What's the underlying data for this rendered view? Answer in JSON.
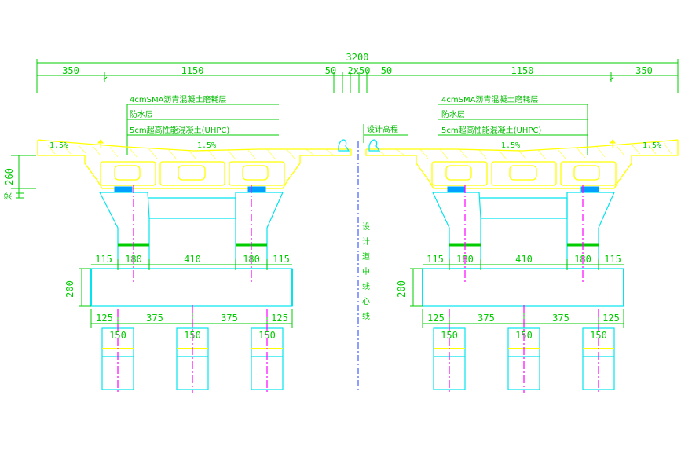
{
  "colors": {
    "background": "#ffffff",
    "dimension": "#00cc00",
    "deck": "#ffff00",
    "substructure": "#00e5ee",
    "axis": "#ff00ff",
    "centerline": "#1e3cff"
  },
  "overall_dimension": "3200",
  "top_dimensions": [
    "350",
    "1150",
    "50",
    "2x50",
    "50",
    "1150",
    "350"
  ],
  "layer_callouts": {
    "left": [
      "4cmSMA沥青混凝土磨耗层",
      "防水层",
      "5cm超高性能混凝土(UHPC)"
    ],
    "right": [
      "4cmSMA沥青混凝土磨耗层",
      "防水层",
      "5cm超高性能混凝土(UHPC)"
    ]
  },
  "slopes": {
    "left_outer": "1.5%",
    "left_inner": "1.5%",
    "right_inner": "1.5%",
    "right_outer": "1.5%"
  },
  "median_label": "设计高程",
  "centerline_label": [
    "设",
    "计",
    "道",
    "中",
    "线",
    "心",
    "线"
  ],
  "deck_height_dim": "260",
  "deck_height_label": "梁",
  "cap_dimensions": {
    "left": [
      "115",
      "180",
      "410",
      "180",
      "115"
    ],
    "right": [
      "115",
      "180",
      "410",
      "180",
      "115"
    ]
  },
  "cap_height": {
    "left": "200",
    "right": "200"
  },
  "pile_spacing": {
    "left": [
      "125",
      "375",
      "375",
      "125"
    ],
    "right": [
      "125",
      "375",
      "375",
      "125"
    ]
  },
  "pile_diameters": {
    "left": [
      "150",
      "150",
      "150"
    ],
    "right": [
      "150",
      "150",
      "150"
    ]
  }
}
